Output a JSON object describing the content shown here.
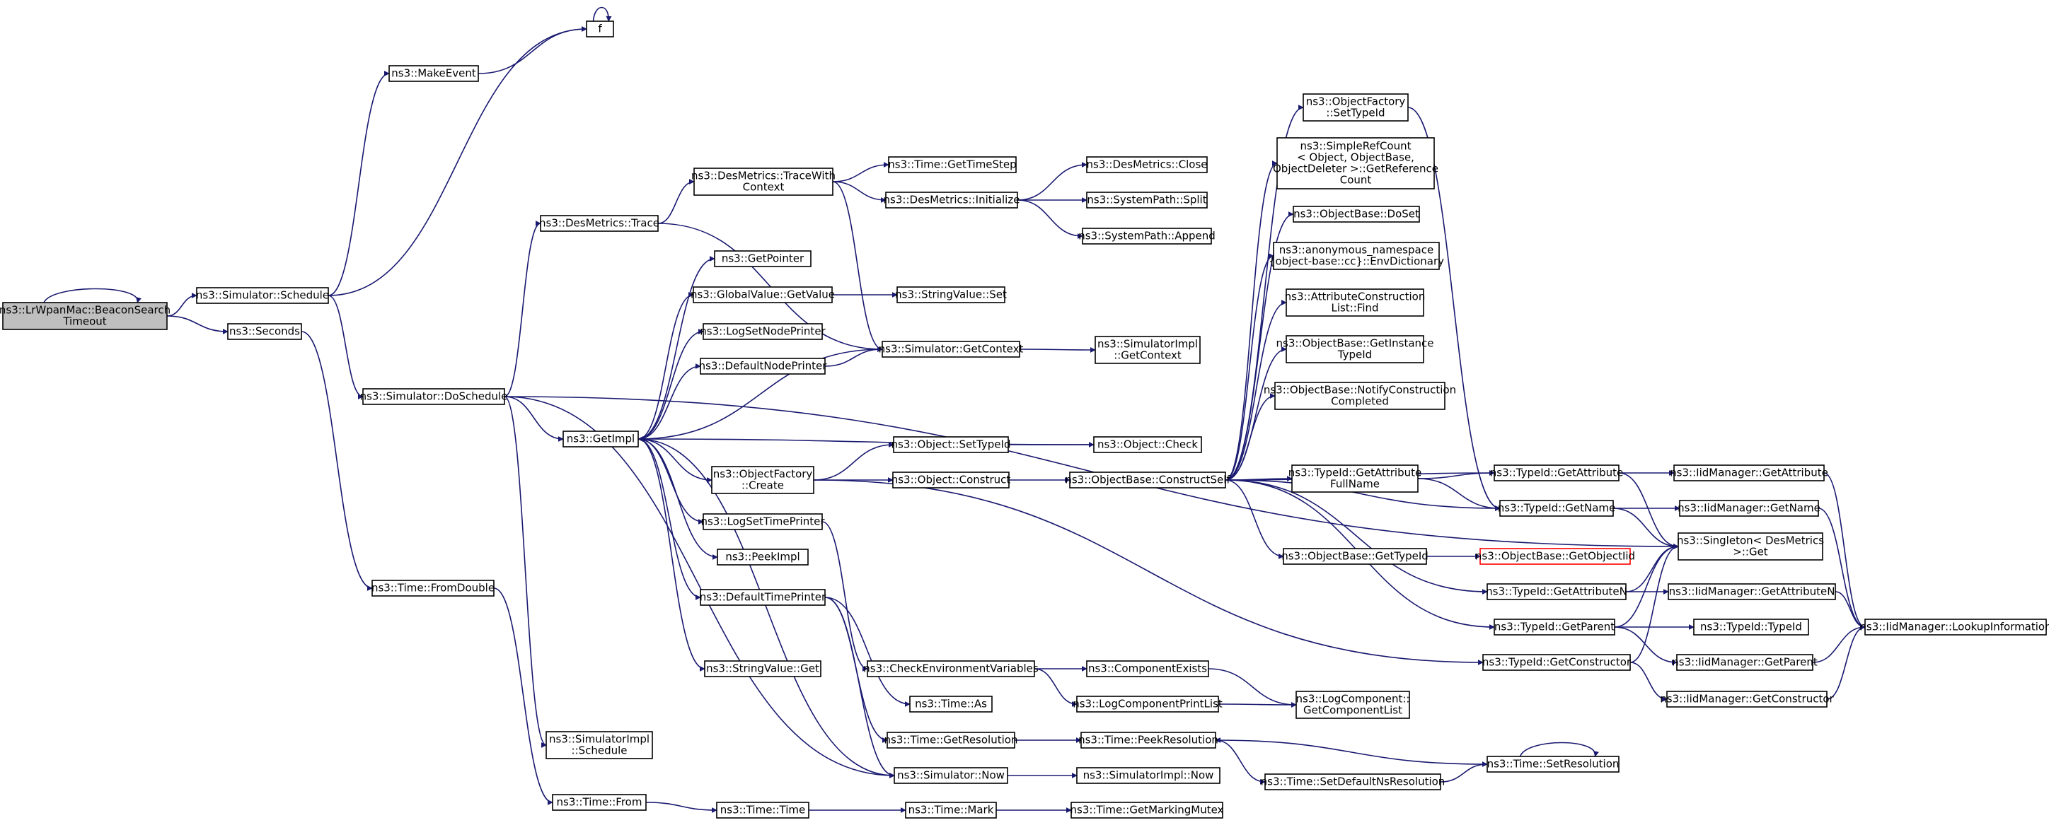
{
  "colors": {
    "edge": "#191970",
    "root_fill": "#bfbfbf",
    "missing_border": "#ff0000"
  },
  "nodes": {
    "root": [
      "ns3::LrWpanMac::BeaconSearch",
      "Timeout"
    ],
    "schedule": [
      "ns3::Simulator::Schedule"
    ],
    "seconds": [
      "ns3::Seconds"
    ],
    "makeevent": [
      "ns3::MakeEvent"
    ],
    "f": [
      "f"
    ],
    "doschedule": [
      "ns3::Simulator::DoSchedule"
    ],
    "fromdouble": [
      "ns3::Time::FromDouble"
    ],
    "desmetrics_trace": [
      "ns3::DesMetrics::Trace"
    ],
    "getimpl": [
      "ns3::GetImpl"
    ],
    "simimpl_schedule": [
      "ns3::SimulatorImpl",
      "::Schedule"
    ],
    "time_from": [
      "ns3::Time::From"
    ],
    "tracewithcontext": [
      "ns3::DesMetrics::TraceWith",
      "Context"
    ],
    "getpointer": [
      "ns3::GetPointer"
    ],
    "globalvalue_getvalue": [
      "ns3::GlobalValue::GetValue"
    ],
    "logsetnodeprinter": [
      "ns3::LogSetNodePrinter"
    ],
    "defaultnodeprinter": [
      "ns3::DefaultNodePrinter"
    ],
    "objectfactory_create": [
      "ns3::ObjectFactory",
      "::Create"
    ],
    "logsettimeprinter": [
      "ns3::LogSetTimePrinter"
    ],
    "peekimpl": [
      "ns3::PeekImpl"
    ],
    "defaulttimeprinter": [
      "ns3::DefaultTimePrinter"
    ],
    "stringvalue_get": [
      "ns3::StringValue::Get"
    ],
    "time_time": [
      "ns3::Time::Time"
    ],
    "gettimestep": [
      "ns3::Time::GetTimeStep"
    ],
    "desmetrics_initialize": [
      "ns3::DesMetrics::Initialize"
    ],
    "stringvalue_set": [
      "ns3::StringValue::Set"
    ],
    "simulator_getcontext": [
      "ns3::Simulator::GetContext"
    ],
    "object_settypeid": [
      "ns3::Object::SetTypeId"
    ],
    "object_construct": [
      "ns3::Object::Construct"
    ],
    "checkenv": [
      "ns3::CheckEnvironmentVariables"
    ],
    "time_as": [
      "ns3::Time::As"
    ],
    "time_getresolution": [
      "ns3::Time::GetResolution"
    ],
    "simulator_now": [
      "ns3::Simulator::Now"
    ],
    "time_mark": [
      "ns3::Time::Mark"
    ],
    "desmetrics_close": [
      "ns3::DesMetrics::Close"
    ],
    "systempath_split": [
      "ns3::SystemPath::Split"
    ],
    "systempath_append": [
      "ns3::SystemPath::Append"
    ],
    "simimpl_getcontext": [
      "ns3::SimulatorImpl",
      "::GetContext"
    ],
    "object_check": [
      "ns3::Object::Check"
    ],
    "constructself": [
      "ns3::ObjectBase::ConstructSelf"
    ],
    "componentexists": [
      "ns3::ComponentExists"
    ],
    "logcomponentprintlist": [
      "ns3::LogComponentPrintList"
    ],
    "time_peekresolution": [
      "ns3::Time::PeekResolution"
    ],
    "simimpl_now": [
      "ns3::SimulatorImpl::Now"
    ],
    "getmarkingmutex": [
      "ns3::Time::GetMarkingMutex"
    ],
    "objectfactory_settypeid": [
      "ns3::ObjectFactory",
      "::SetTypeId"
    ],
    "simplerefcount": [
      "ns3::SimpleRefCount",
      "< Object, ObjectBase,",
      "ObjectDeleter >::GetReference",
      "Count"
    ],
    "objectbase_doset": [
      "ns3::ObjectBase::DoSet"
    ],
    "envdictionary": [
      "ns3::anonymous_namespace",
      "{object-base::cc}::EnvDictionary"
    ],
    "attrconstructionlist_find": [
      "ns3::AttributeConstruction",
      "List::Find"
    ],
    "getinstancetypeid": [
      "ns3::ObjectBase::GetInstance",
      "TypeId"
    ],
    "notifyconstructioncompleted": [
      "ns3::ObjectBase::NotifyConstruction",
      "Completed"
    ],
    "typeid_getattributefullname": [
      "ns3::TypeId::GetAttribute",
      "FullName"
    ],
    "objectbase_gettypeid": [
      "ns3::ObjectBase::GetTypeId"
    ],
    "typeid_getattributen": [
      "ns3::TypeId::GetAttributeN"
    ],
    "typeid_getparent": [
      "ns3::TypeId::GetParent"
    ],
    "typeid_getconstructor": [
      "ns3::TypeId::GetConstructor"
    ],
    "getcomponentlist": [
      "ns3::LogComponent::",
      "GetComponentList"
    ],
    "setdefaultnsresolution": [
      "ns3::Time::SetDefaultNsResolution"
    ],
    "typeid_getattribute": [
      "ns3::TypeId::GetAttribute"
    ],
    "typeid_getname": [
      "ns3::TypeId::GetName"
    ],
    "getobjectiid": [
      "ns3::ObjectBase::GetObjectIid"
    ],
    "time_setresolution": [
      "ns3::Time::SetResolution"
    ],
    "singleton_get": [
      "ns3::Singleton< DesMetrics",
      ">::Get"
    ],
    "iid_getattributen": [
      "ns3::IidManager::GetAttributeN"
    ],
    "typeid_typeid": [
      "ns3::TypeId::TypeId"
    ],
    "iid_getparent": [
      "ns3::IidManager::GetParent"
    ],
    "iid_getconstructor": [
      "ns3::IidManager::GetConstructor"
    ],
    "iid_getattribute": [
      "ns3::IidManager::GetAttribute"
    ],
    "iid_getname": [
      "ns3::IidManager::GetName"
    ],
    "iid_lookupinformation": [
      "ns3::IidManager::LookupInformation"
    ]
  }
}
